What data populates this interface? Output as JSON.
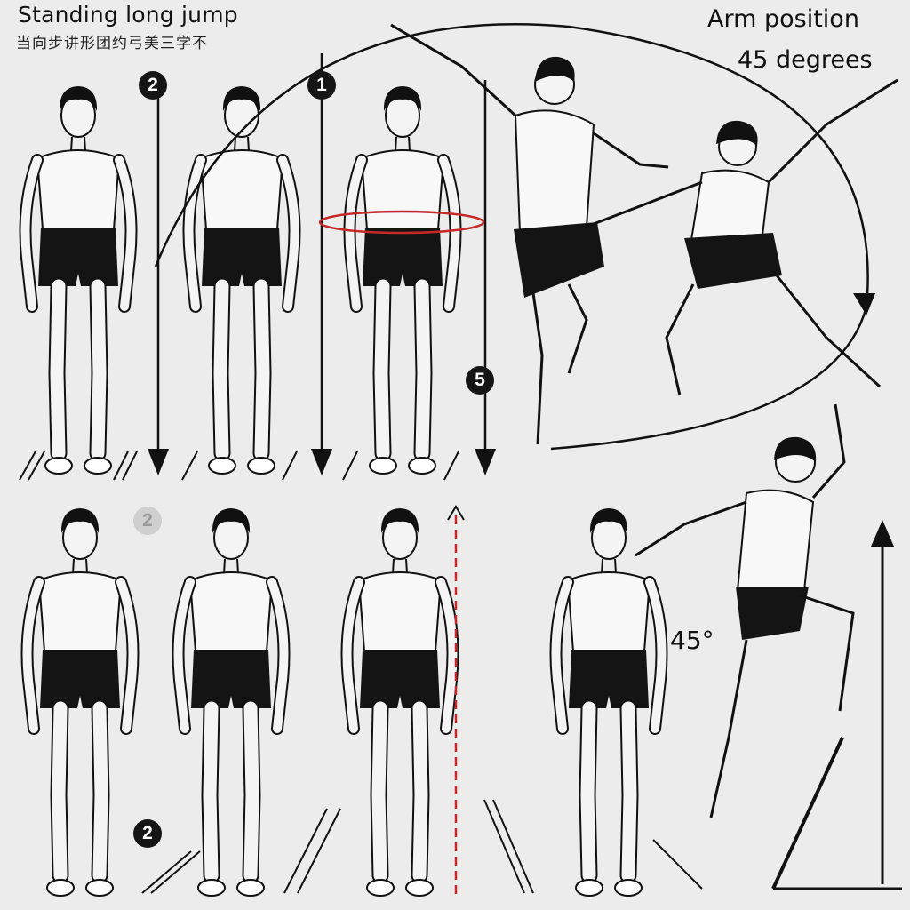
{
  "title": "Standing long jump",
  "subtitle": "当向步讲形团约弓美三学不",
  "arm_note_line1": "Arm position",
  "arm_note_line2": "45 degrees",
  "angle_label": "45°",
  "badges": [
    "2",
    "1",
    "5",
    "2",
    "2"
  ],
  "colors": {
    "background": "#ececec",
    "ink": "#151515",
    "accent": "#c62828"
  }
}
